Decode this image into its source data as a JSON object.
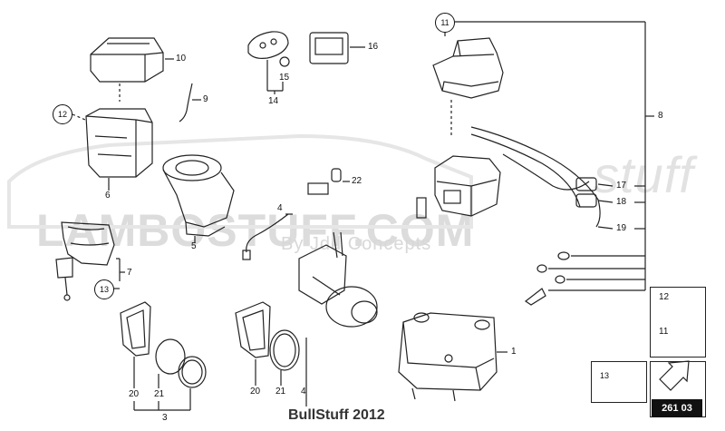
{
  "watermark": {
    "brand_main": "LAMBOSTUFF.COM",
    "brand_script": "stuff",
    "tagline": "By Jdd Concepts"
  },
  "footer_text": "BullStuff 2012",
  "diagram_code": "261 03",
  "part_labels": {
    "p1": "1",
    "p3": "3",
    "p4a": "4",
    "p4b": "4",
    "p5": "5",
    "p6": "6",
    "p7": "7",
    "p8": "8",
    "p9": "9",
    "p10": "10",
    "p14": "14",
    "p15": "15",
    "p16": "16",
    "p17": "17",
    "p18": "18",
    "p19": "19",
    "p20a": "20",
    "p20b": "20",
    "p21a": "21",
    "p21b": "21",
    "p22": "22"
  },
  "circled_labels": {
    "c11": "11",
    "c12": "12",
    "c13": "13",
    "c13b": "13"
  },
  "legend": {
    "item_a": "12",
    "item_b": "11"
  }
}
